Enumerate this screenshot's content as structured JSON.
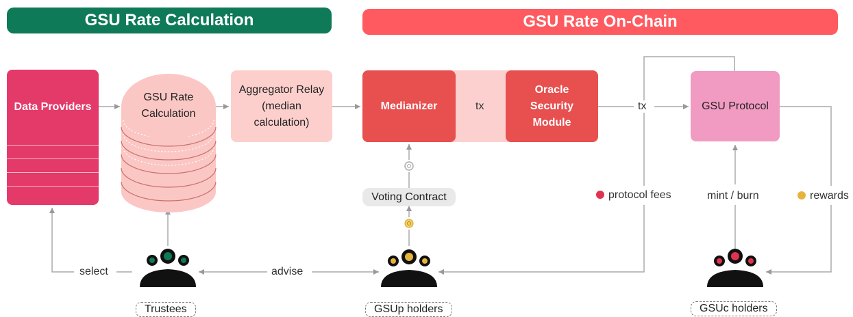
{
  "sections": {
    "calc_title": "GSU Rate Calculation",
    "onchain_title": "GSU Rate On-Chain"
  },
  "nodes": {
    "data_providers": "Data Providers",
    "gsu_calc_line1": "GSU Rate",
    "gsu_calc_line2": "Calculation",
    "aggregator_line1": "Aggregator Relay",
    "aggregator_line2": "(median",
    "aggregator_line3": "calculation)",
    "medianizer": "Medianizer",
    "osm_line1": "Oracle",
    "osm_line2": "Security",
    "osm_line3": "Module",
    "gsu_protocol": "GSU Protocol",
    "voting_contract": "Voting Contract"
  },
  "edges": {
    "tx_inner": "tx",
    "tx_outer": "tx",
    "select": "select",
    "advise": "advise",
    "protocol_fees": "protocol fees",
    "mint_burn": "mint / burn",
    "rewards": "rewards"
  },
  "actors": {
    "trustees": "Trustees",
    "gsup_holders": "GSUp holders",
    "gsuc_holders": "GSUc holders"
  },
  "colors": {
    "calc_banner": "#0e7a57",
    "onchain_banner": "#ff5a5f",
    "data_providers": "#e33a6a",
    "gsu_calc_cylinder": "#fbc7c4",
    "aggregator": "#fccfcd",
    "medianizer": "#e84f4f",
    "osm_band": "#fbd0cf",
    "protocol": "#f19ac2",
    "trustee_coin": "#0e7a57",
    "gsup_coin": "#e6b33c",
    "gsuc_coin": "#e0334f"
  },
  "icons": [
    "coin-icon",
    "people-group-icon"
  ]
}
